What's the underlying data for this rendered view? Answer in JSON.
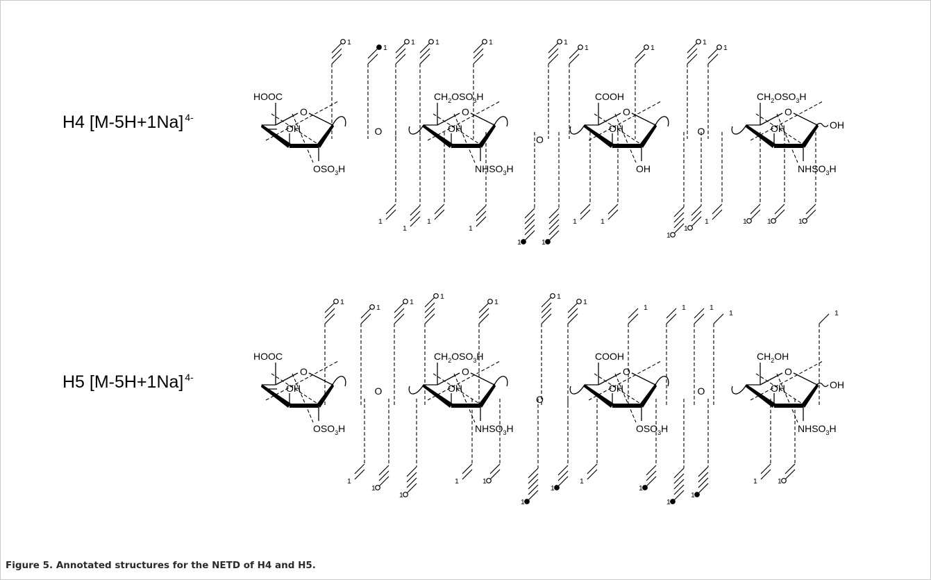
{
  "caption": "Figure 5. Annotated structures for the NETD of H4 and H5.",
  "structures": [
    {
      "id": "H4",
      "ion_label": "H4 [M-5H+1Na]",
      "charge": "4-",
      "residues": [
        {
          "top": "HOOC",
          "left": "OH",
          "bottom": "OSO",
          "bottom_sub": "3",
          "bottom_tail": "H"
        },
        {
          "top": "CH",
          "top_sub": "2",
          "top_mid": "OSO",
          "top_sub2": "3",
          "top_tail": "H",
          "left": "OH",
          "bottom": "NHSO",
          "bottom_sub": "3",
          "bottom_tail": "H"
        },
        {
          "top": "COOH",
          "left": "OH",
          "bottom": "OH"
        },
        {
          "top": "CH",
          "top_sub": "2",
          "top_mid": "OSO",
          "top_sub2": "3",
          "top_tail": "H",
          "left": "OH",
          "bottom": "NHSO",
          "bottom_sub": "3",
          "bottom_tail": "H",
          "reducing_end": "OH"
        }
      ],
      "ring_oxygen": "O",
      "linkage_oxygen": "O"
    },
    {
      "id": "H5",
      "ion_label": "H5 [M-5H+1Na]",
      "charge": "4-",
      "residues": [
        {
          "top": "HOOC",
          "left": "OH",
          "bottom": "OSO",
          "bottom_sub": "3",
          "bottom_tail": "H"
        },
        {
          "top": "CH",
          "top_sub": "2",
          "top_mid": "OSO",
          "top_sub2": "3",
          "top_tail": "H",
          "left": "OH",
          "bottom": "NHSO",
          "bottom_sub": "3",
          "bottom_tail": "H"
        },
        {
          "top": "COOH",
          "left": "OH",
          "bottom": "OSO",
          "bottom_sub": "3",
          "bottom_tail": "H"
        },
        {
          "top": "CH",
          "top_sub": "2",
          "top_mid": "OH",
          "left": "OH",
          "bottom": "NHSO",
          "bottom_sub": "3",
          "bottom_tail": "H",
          "reducing_end": "OH"
        }
      ],
      "ring_oxygen": "O",
      "linkage_oxygen": "O"
    }
  ],
  "fragment_count_label": "1",
  "symbols": {
    "open_marker": "open-circle",
    "filled_marker": "filled-circle"
  }
}
